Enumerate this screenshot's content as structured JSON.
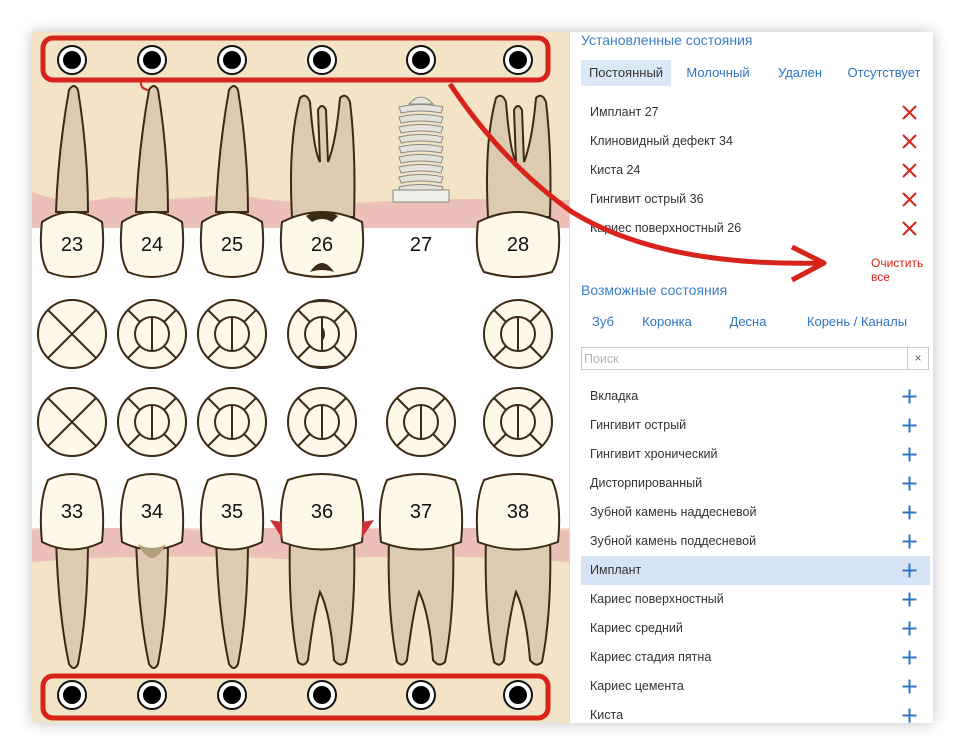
{
  "teeth": {
    "upper": [
      {
        "number": "23",
        "state": "normal",
        "root": "single"
      },
      {
        "number": "24",
        "state": "normal",
        "root": "single"
      },
      {
        "number": "25",
        "state": "normal",
        "root": "single"
      },
      {
        "number": "26",
        "state": "caries",
        "root": "three"
      },
      {
        "number": "27",
        "state": "implant",
        "root": "implant"
      },
      {
        "number": "28",
        "state": "normal",
        "root": "three"
      }
    ],
    "lower": [
      {
        "number": "33",
        "state": "normal",
        "root": "single"
      },
      {
        "number": "34",
        "state": "wedge",
        "root": "single"
      },
      {
        "number": "35",
        "state": "normal",
        "root": "single"
      },
      {
        "number": "36",
        "state": "gingivitis",
        "root": "two"
      },
      {
        "number": "37",
        "state": "normal",
        "root": "two"
      },
      {
        "number": "38",
        "state": "normal",
        "root": "two"
      }
    ]
  },
  "colors": {
    "accent": "#2d76c2",
    "danger": "#d8231b",
    "gum": "#eab7b5",
    "tooth_fill": "#fdf8e8",
    "root_fill": "#dccbb0",
    "outline": "#3b2a14",
    "background": "#f3e4c7"
  },
  "installed": {
    "title": "Установленные состояния",
    "tabs": [
      {
        "label": "Постоянный",
        "active": true
      },
      {
        "label": "Молочный",
        "active": false
      },
      {
        "label": "Удален",
        "active": false
      },
      {
        "label": "Отсутствует",
        "active": false
      }
    ],
    "items": [
      {
        "label": "Имплант 27",
        "icon": "remove-icon"
      },
      {
        "label": "Клиновидный дефект 34",
        "icon": "remove-icon"
      },
      {
        "label": "Киста 24",
        "icon": "remove-icon"
      },
      {
        "label": "Гингивит острый 36",
        "icon": "remove-icon"
      },
      {
        "label": "Кариес поверхностный  26",
        "icon": "remove-icon"
      }
    ],
    "clear_all": "Очистить все"
  },
  "possible": {
    "title": "Возможные состояния",
    "tabs": [
      {
        "label": "Зуб",
        "active": false
      },
      {
        "label": "Коронка",
        "active": false
      },
      {
        "label": "Десна",
        "active": false
      },
      {
        "label": "Корень / Каналы",
        "active": false
      }
    ],
    "search": {
      "placeholder": "Поиск",
      "value": "",
      "clear": "×"
    },
    "items": [
      {
        "label": "Вкладка",
        "selected": false
      },
      {
        "label": "Гингивит острый",
        "selected": false
      },
      {
        "label": "Гингивит хронический",
        "selected": false
      },
      {
        "label": "Дисторпированный",
        "selected": false
      },
      {
        "label": "Зубной камень наддесневой",
        "selected": false
      },
      {
        "label": "Зубной камень поддесневой",
        "selected": false
      },
      {
        "label": "Имплант",
        "selected": true
      },
      {
        "label": "Кариес поверхностный",
        "selected": false
      },
      {
        "label": "Кариес средний",
        "selected": false
      },
      {
        "label": "Кариес стадия пятна",
        "selected": false
      },
      {
        "label": "Кариес цемента",
        "selected": false
      },
      {
        "label": "Киста",
        "selected": false
      }
    ]
  }
}
